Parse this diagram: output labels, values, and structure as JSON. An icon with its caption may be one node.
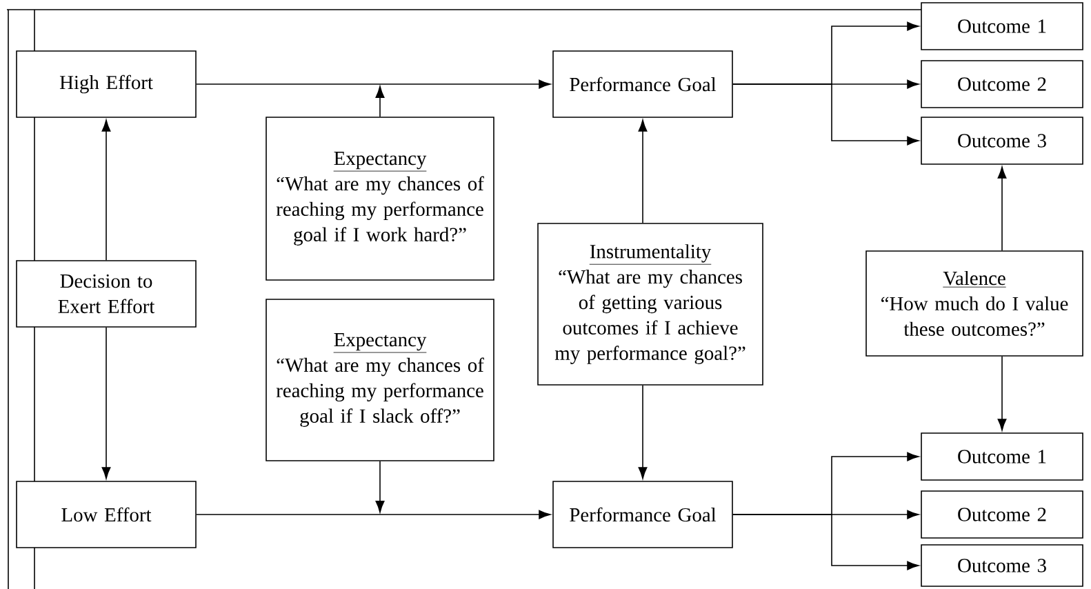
{
  "diagram": {
    "nodes": [
      {
        "text": [
          "High Effort"
        ]
      },
      {
        "text": [
          "Expectancy",
          "“What are my chances of reaching my performance goal if I work hard?”"
        ]
      },
      {
        "text": [
          "Performance Goal"
        ]
      },
      {
        "text": [
          "Outcome 1"
        ]
      },
      {
        "text": [
          "Outcome 2"
        ]
      },
      {
        "text": [
          "Outcome 3"
        ]
      },
      {
        "text": [
          "Decision to Exert Effort"
        ]
      },
      {
        "text": [
          "Instrumentality",
          "“What are my chances of getting various outcomes if I achieve my performance goal?”"
        ]
      },
      {
        "text": [
          "Valence",
          "“How much do I value these outcomes?”"
        ]
      },
      {
        "text": [
          "Expectancy",
          "“What are my chances of reaching my performance goal if I slack off?”"
        ]
      },
      {
        "text": [
          "Outcome 1"
        ]
      },
      {
        "text": [
          "Outcome 2"
        ]
      },
      {
        "text": [
          "Outcome 3"
        ]
      },
      {
        "text": [
          "Low  Effort"
        ]
      },
      {
        "text": [
          "Performance Goal"
        ]
      }
    ],
    "edges": [
      {
        "from": 6,
        "to": 0,
        "arrow": "to"
      },
      {
        "from": 6,
        "to": 13,
        "arrow": "to"
      },
      {
        "from": 0,
        "to": 2,
        "arrow": "to"
      },
      {
        "from": 1,
        "to": null,
        "arrow": "to"
      },
      {
        "from": 13,
        "to": 14,
        "arrow": "to"
      },
      {
        "from": 9,
        "to": null,
        "arrow": "to"
      },
      {
        "from": 7,
        "to": 2,
        "arrow": "to"
      },
      {
        "from": 7,
        "to": 14,
        "arrow": "to"
      },
      {
        "from": 2,
        "to": 3,
        "arrow": "to"
      },
      {
        "from": 2,
        "to": 4,
        "arrow": "to"
      },
      {
        "from": 2,
        "to": 5,
        "arrow": "to"
      },
      {
        "from": 14,
        "to": 10,
        "arrow": "to"
      },
      {
        "from": 14,
        "to": 11,
        "arrow": "to"
      },
      {
        "from": 14,
        "to": 12,
        "arrow": "to"
      },
      {
        "from": 8,
        "to": 5,
        "arrow": "to"
      },
      {
        "from": 8,
        "to": 10,
        "arrow": "to"
      }
    ]
  }
}
